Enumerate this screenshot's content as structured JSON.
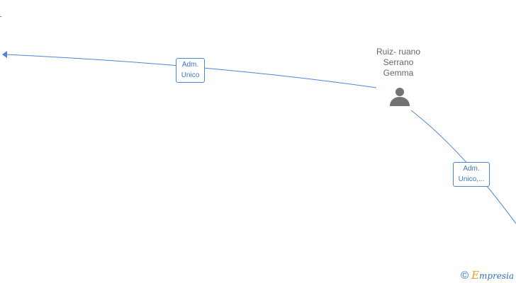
{
  "cut_off_text": {
    "line_1": "L",
    "line_2": "."
  },
  "person": {
    "name_lines": [
      "Ruiz- ruano",
      "Serrano",
      "Gemma"
    ],
    "icon": "person-icon"
  },
  "edges": [
    {
      "label_lines": [
        "Adm.",
        "Unico"
      ]
    },
    {
      "label_lines": [
        "Adm.",
        "Unico,..."
      ]
    }
  ],
  "watermark": {
    "copyright_symbol": "©",
    "brand_first_letter": "E",
    "brand_rest": "mpresia"
  },
  "colors": {
    "edge": "#4a86d4",
    "label_text": "#3b74c4",
    "node_text": "#666666",
    "icon": "#737373",
    "brand": "#2f6fb5",
    "brand_accent": "#f19a20"
  }
}
